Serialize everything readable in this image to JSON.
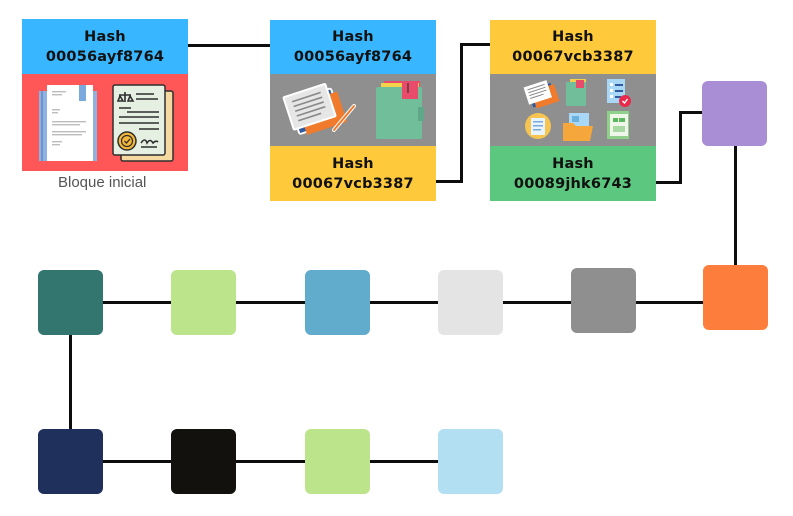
{
  "blocks": [
    {
      "id": "initial",
      "top": {
        "label": "Hash",
        "value": "00056ayf8764",
        "color": "#38b6ff"
      },
      "body_color": "#ff5757",
      "caption": "Bloque inicial",
      "icons": [
        "document-icon",
        "legal-contract-icon"
      ]
    },
    {
      "id": "block-2",
      "top": {
        "label": "Hash",
        "value": "00056ayf8764",
        "color": "#38b6ff"
      },
      "body_color": "#8f8f8f",
      "bottom": {
        "label": "Hash",
        "value": "00067vcb3387",
        "color": "#ffc93c"
      },
      "icons": [
        "paper-stack-icon",
        "folder-icon"
      ]
    },
    {
      "id": "block-3",
      "top": {
        "label": "Hash",
        "value": "00067vcb3387",
        "color": "#ffc93c"
      },
      "body_color": "#8f8f8f",
      "bottom": {
        "label": "Hash",
        "value": "00089jhk6743",
        "color": "#5cc77e"
      },
      "icons": [
        "paper-stack-icon",
        "folder-icon",
        "checklist-icon",
        "invoice-icon",
        "open-folder-icon",
        "report-icon"
      ]
    }
  ],
  "chain_squares": {
    "purple": "#a98ed6",
    "orange": "#fc7d3c",
    "row2": [
      "#337670",
      "#bce48a",
      "#61abcd",
      "#e4e4e4",
      "#8f8f8f"
    ],
    "row3": [
      "#1f305d",
      "#12110d",
      "#bce48a",
      "#b2dff2"
    ]
  }
}
